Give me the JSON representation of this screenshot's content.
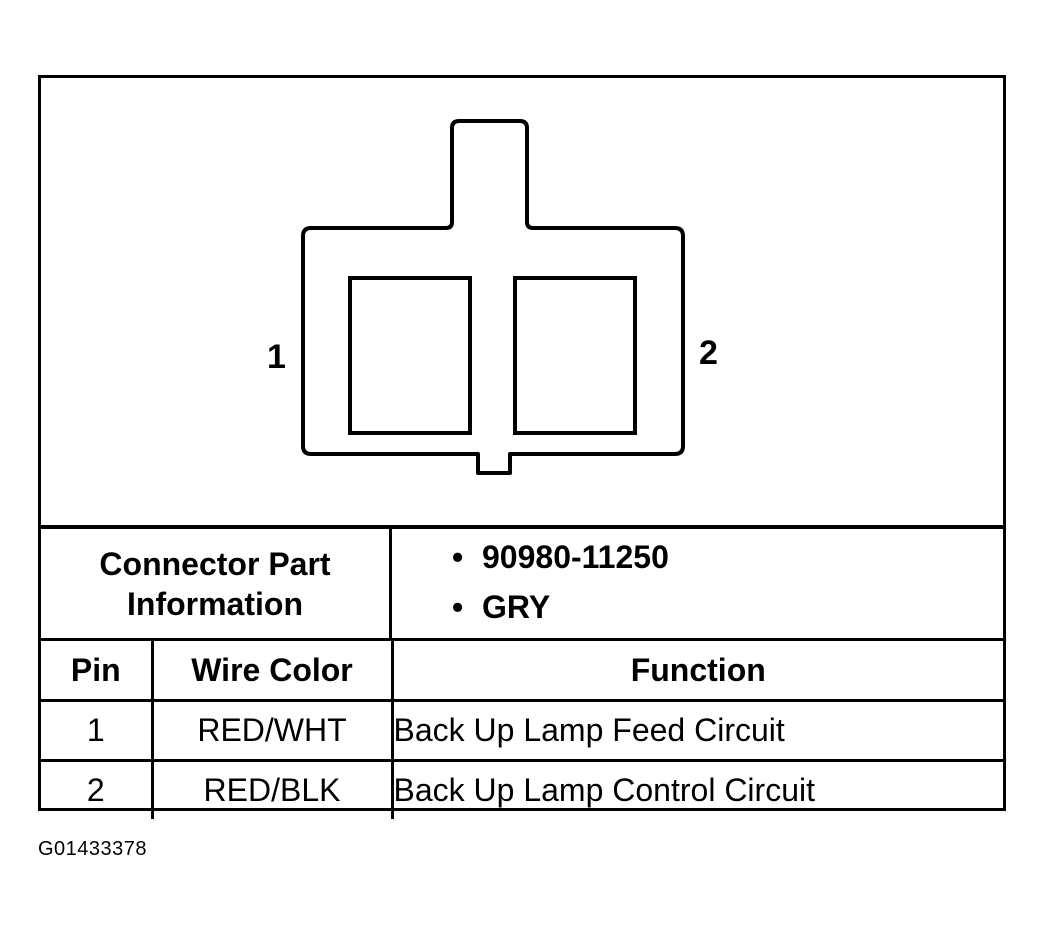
{
  "diagram": {
    "pin_labels": {
      "left": "1",
      "right": "2"
    }
  },
  "connector_info": {
    "label_line1": "Connector Part",
    "label_line2": "Information",
    "bullet": "•",
    "part_number": "90980-11250",
    "color": "GRY"
  },
  "pin_table": {
    "headers": {
      "pin": "Pin",
      "wire_color": "Wire Color",
      "function": "Function"
    },
    "rows": [
      {
        "pin": "1",
        "wire_color": "RED/WHT",
        "function": "Back Up Lamp Feed Circuit"
      },
      {
        "pin": "2",
        "wire_color": "RED/BLK",
        "function": "Back Up Lamp Control Circuit"
      }
    ]
  },
  "figure_id": "G01433378"
}
